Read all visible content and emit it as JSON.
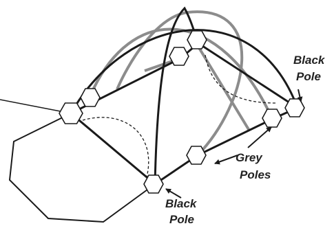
{
  "labels": {
    "black_pole_right_line1": "Black",
    "black_pole_right_line2": "Pole",
    "grey_poles_line1": "Grey",
    "grey_poles_line2": "Poles",
    "black_pole_bottom_line1": "Black",
    "black_pole_bottom_line2": "Pole"
  },
  "colors": {
    "black_pole": "#1a1a1a",
    "grey_pole": "#8c8c8c",
    "outline": "#1a1a1a",
    "background": "#ffffff"
  },
  "icons": {
    "connector": "hexagon-icon",
    "pointer": "arrow-icon"
  }
}
